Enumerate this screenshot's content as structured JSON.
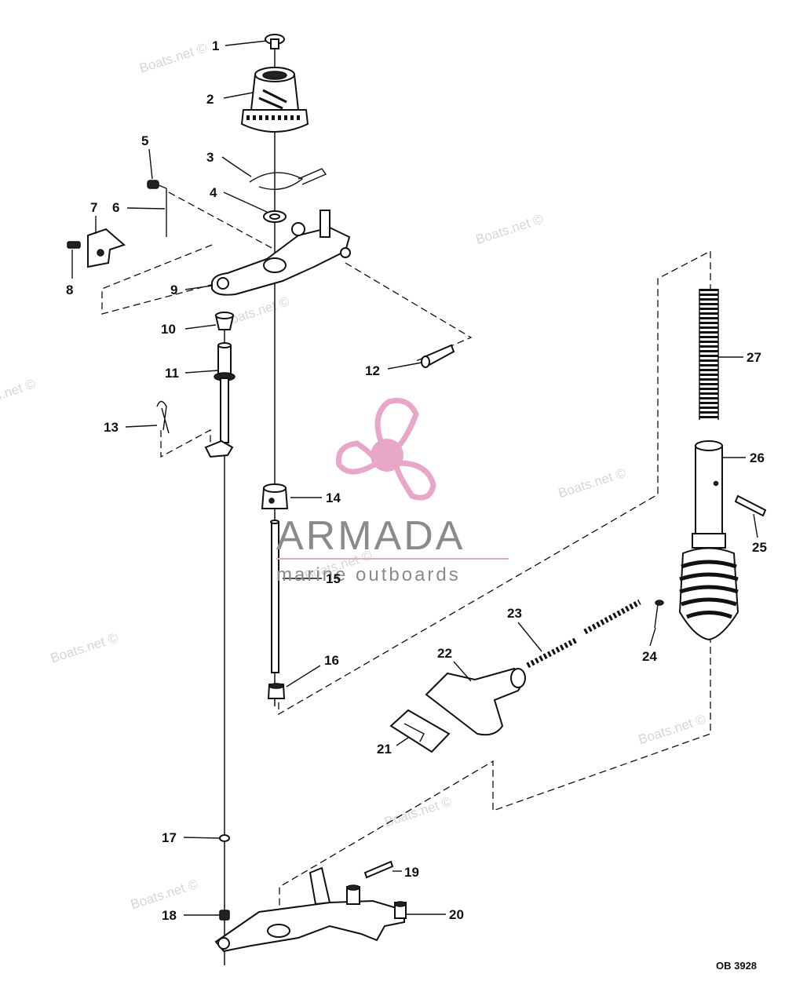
{
  "diagram_code": "OB 3928",
  "watermark_text": "Boats.net ©",
  "logo": {
    "title": "ARMADA",
    "subtitle": "marine outboards",
    "accent_color": "#e8a6c8",
    "text_color": "#8a8a8a"
  },
  "callouts": [
    {
      "id": "1",
      "label": "1"
    },
    {
      "id": "2",
      "label": "2"
    },
    {
      "id": "3",
      "label": "3"
    },
    {
      "id": "4",
      "label": "4"
    },
    {
      "id": "5",
      "label": "5"
    },
    {
      "id": "6",
      "label": "6"
    },
    {
      "id": "7",
      "label": "7"
    },
    {
      "id": "8",
      "label": "8"
    },
    {
      "id": "9",
      "label": "9"
    },
    {
      "id": "10",
      "label": "10"
    },
    {
      "id": "11",
      "label": "11"
    },
    {
      "id": "12",
      "label": "12"
    },
    {
      "id": "13",
      "label": "13"
    },
    {
      "id": "14",
      "label": "14"
    },
    {
      "id": "15",
      "label": "15"
    },
    {
      "id": "16",
      "label": "16"
    },
    {
      "id": "17",
      "label": "17"
    },
    {
      "id": "18",
      "label": "18"
    },
    {
      "id": "19",
      "label": "19"
    },
    {
      "id": "20",
      "label": "20"
    },
    {
      "id": "21",
      "label": "21"
    },
    {
      "id": "22",
      "label": "22"
    },
    {
      "id": "23",
      "label": "23"
    },
    {
      "id": "24",
      "label": "24"
    },
    {
      "id": "25",
      "label": "25"
    },
    {
      "id": "26",
      "label": "26"
    },
    {
      "id": "27",
      "label": "27"
    }
  ]
}
